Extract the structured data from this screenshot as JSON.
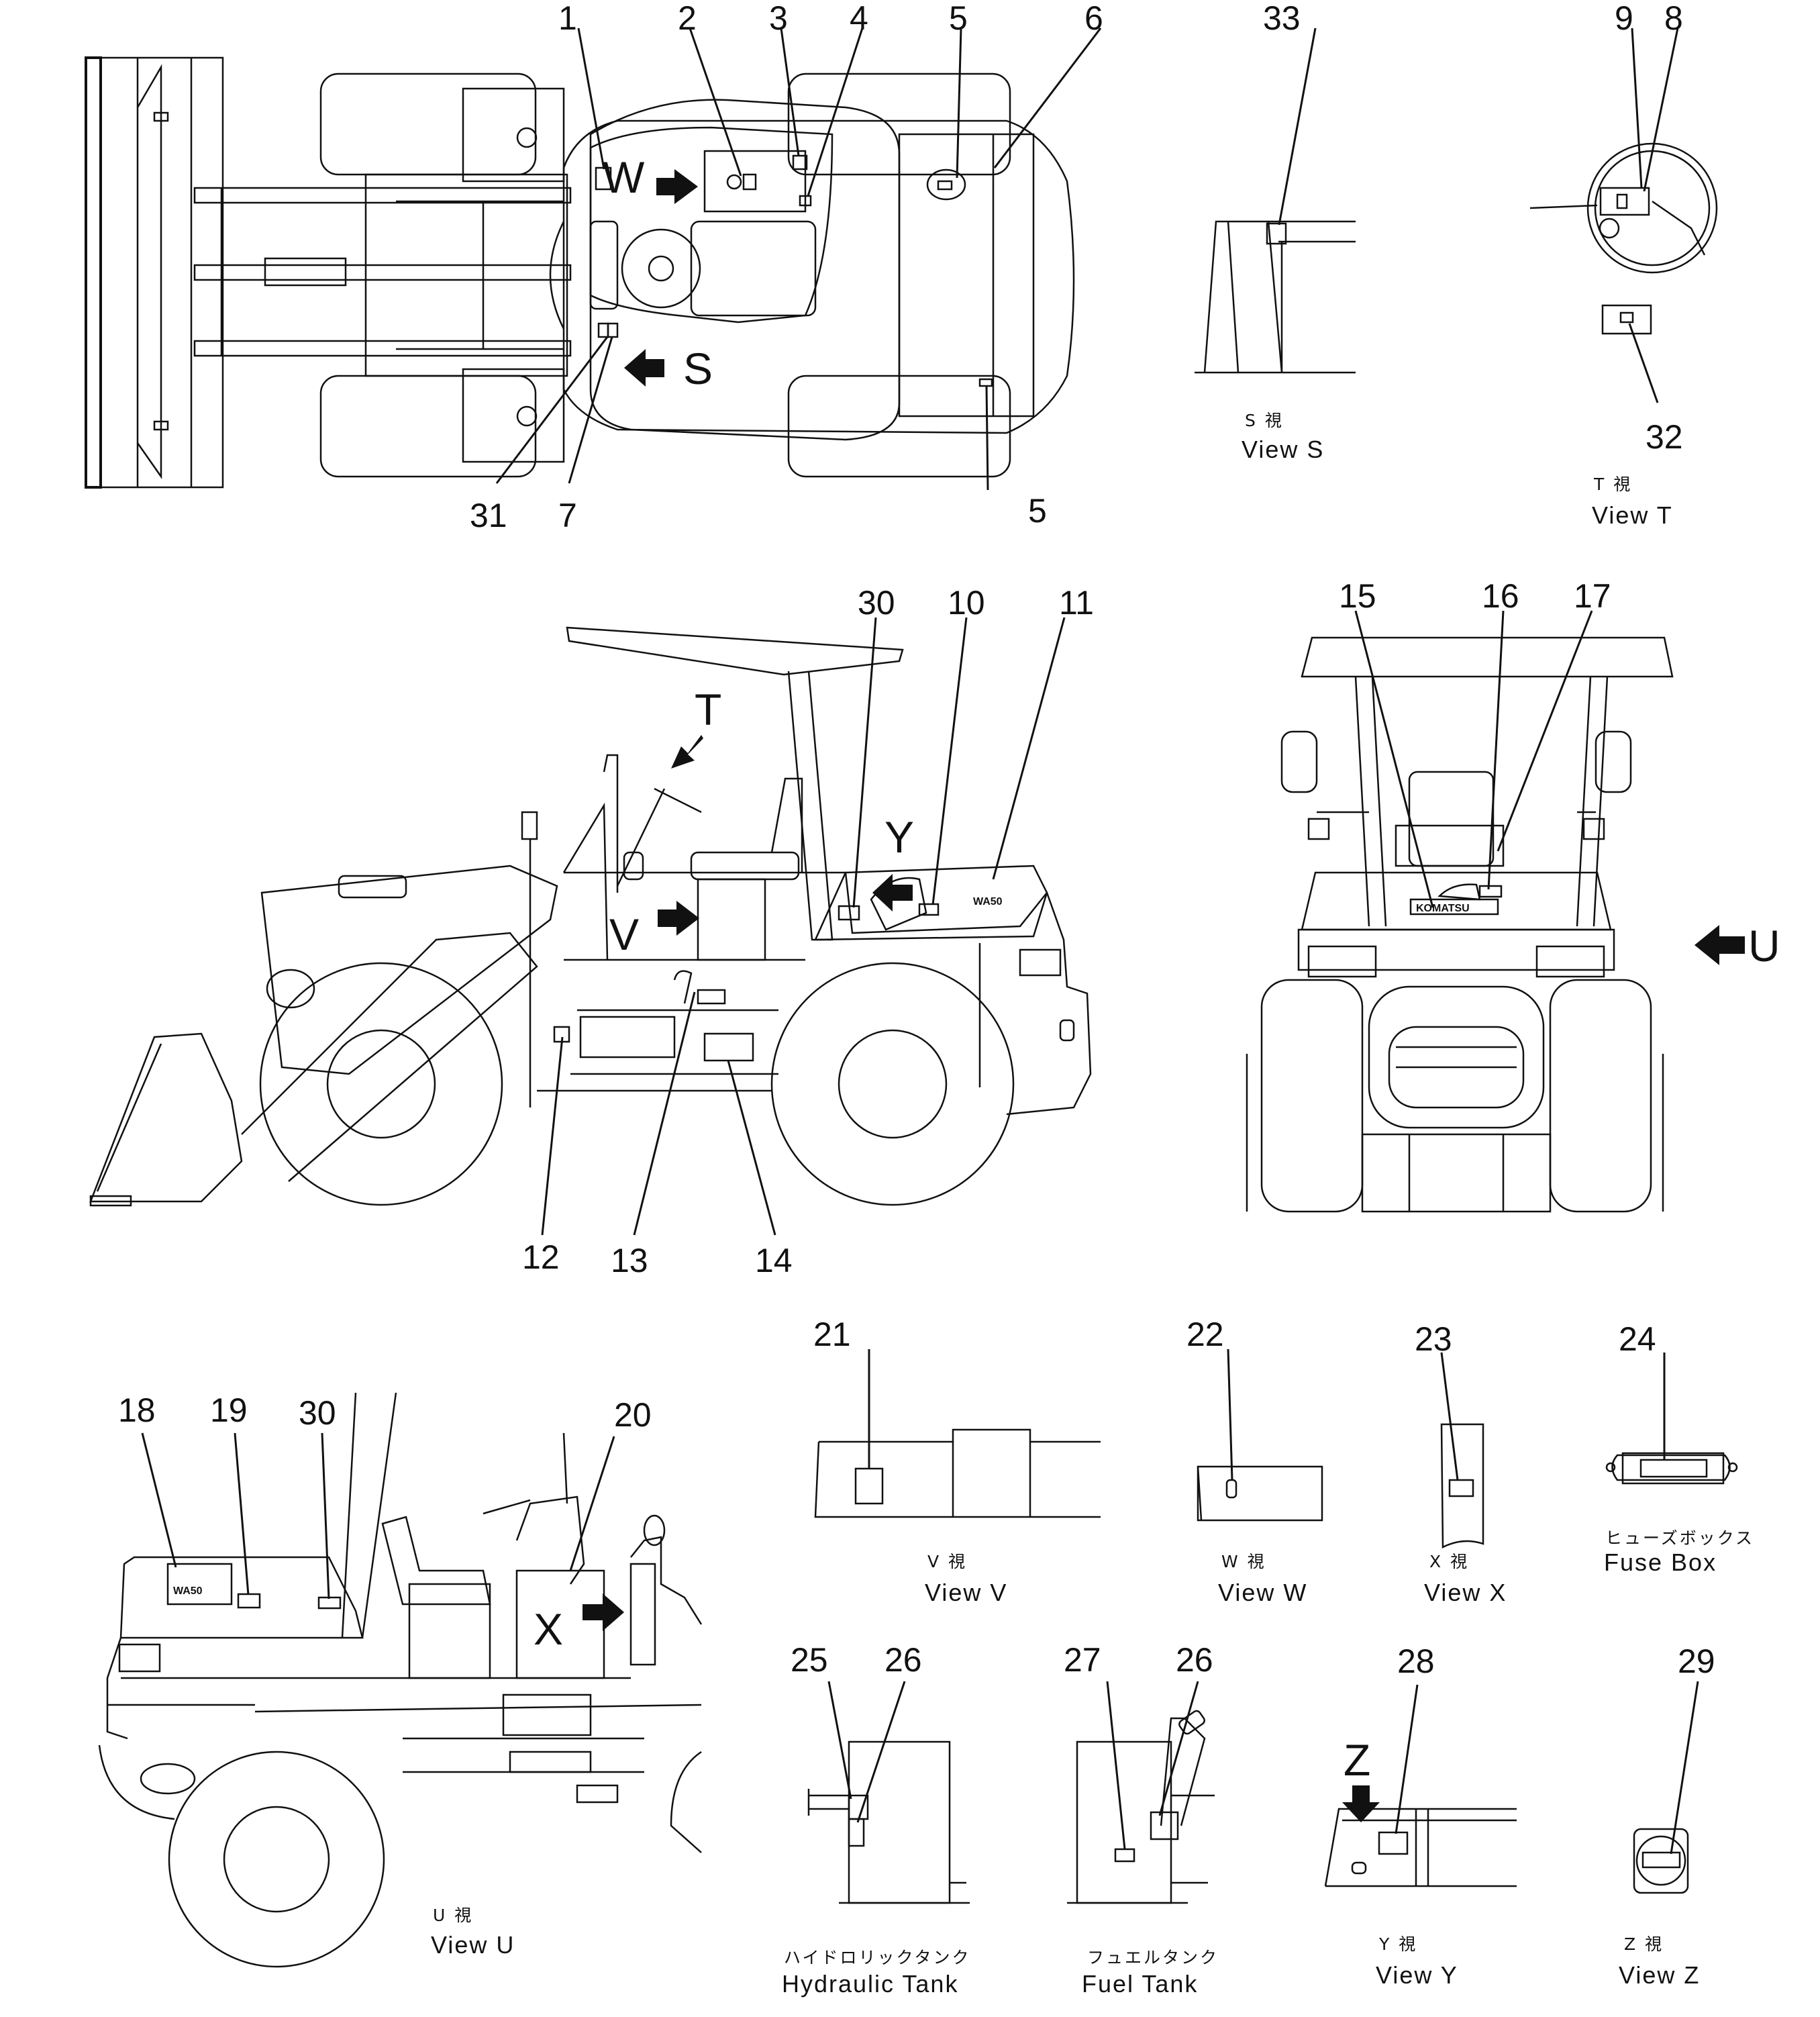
{
  "callouts": {
    "n1": "1",
    "n2": "2",
    "n3": "3",
    "n4": "4",
    "n5a": "5",
    "n5b": "5",
    "n6": "6",
    "n7": "7",
    "n8": "8",
    "n9": "9",
    "n10": "10",
    "n11": "11",
    "n12": "12",
    "n13": "13",
    "n14": "14",
    "n15": "15",
    "n16": "16",
    "n17": "17",
    "n18": "18",
    "n19": "19",
    "n20": "20",
    "n21": "21",
    "n22": "22",
    "n23": "23",
    "n24": "24",
    "n25": "25",
    "n26a": "26",
    "n26b": "26",
    "n27": "27",
    "n28": "28",
    "n29": "29",
    "n30a": "30",
    "n30b": "30",
    "n31": "31",
    "n32": "32",
    "n33": "33"
  },
  "view_letters": {
    "W": "W",
    "S": "S",
    "T": "T",
    "V": "V",
    "Y": "Y",
    "U": "U",
    "X": "X",
    "Z": "Z"
  },
  "captions": {
    "view_s": {
      "jp": "S 視",
      "en": "View S"
    },
    "view_t": {
      "jp": "T 視",
      "en": "View T"
    },
    "view_u": {
      "jp": "U 視",
      "en": "View U"
    },
    "view_v": {
      "jp": "V 視",
      "en": "View V"
    },
    "view_w": {
      "jp": "W 視",
      "en": "View W"
    },
    "view_x": {
      "jp": "X 視",
      "en": "View X"
    },
    "view_y": {
      "jp": "Y 視",
      "en": "View Y"
    },
    "view_z": {
      "jp": "Z 視",
      "en": "View Z"
    },
    "fuse_box": {
      "jp": "ヒューズボックス",
      "en": "Fuse Box"
    },
    "hydraulic_tank": {
      "jp": "ハイドロリックタンク",
      "en": "Hydraulic Tank"
    },
    "fuel_tank": {
      "jp": "フュエルタンク",
      "en": "Fuel Tank"
    }
  },
  "decals": {
    "plate_wa": "WA50",
    "plate_front": "KOMATSU"
  },
  "icons": {
    "arrow": "view-direction-arrow-icon"
  }
}
